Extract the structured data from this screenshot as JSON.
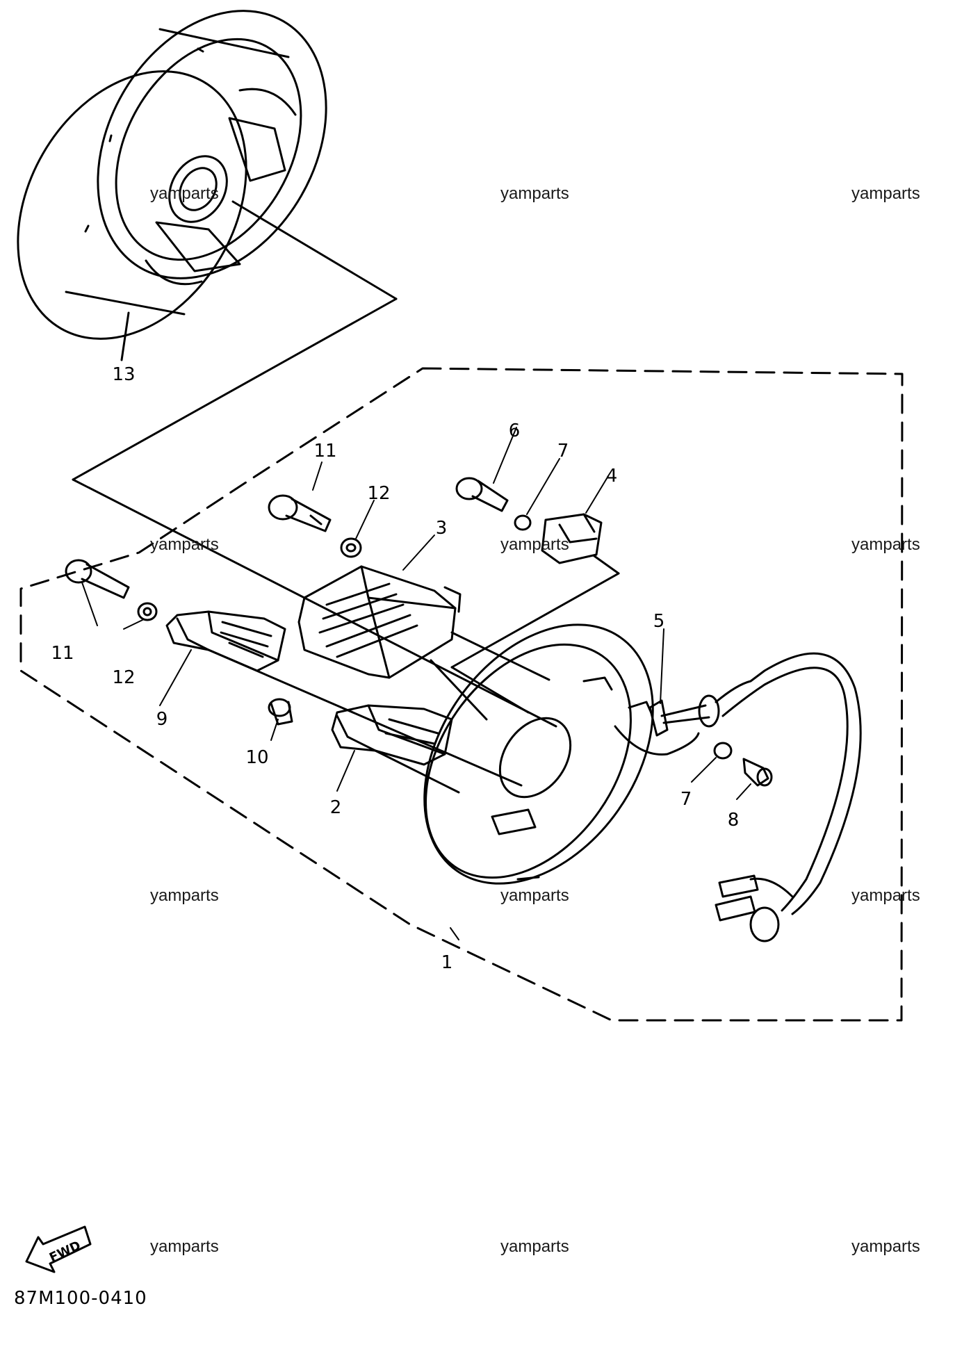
{
  "diagram": {
    "callouts": [
      "13",
      "11",
      "12",
      "6",
      "7",
      "4",
      "3",
      "11",
      "12",
      "9",
      "10",
      "5",
      "2",
      "7",
      "8",
      "1"
    ],
    "fwd_label": "FWD",
    "diagram_code": "87M100-0410"
  },
  "watermark": {
    "text": "yamparts"
  },
  "colors": {
    "ink": "#000000",
    "background": "#ffffff"
  }
}
